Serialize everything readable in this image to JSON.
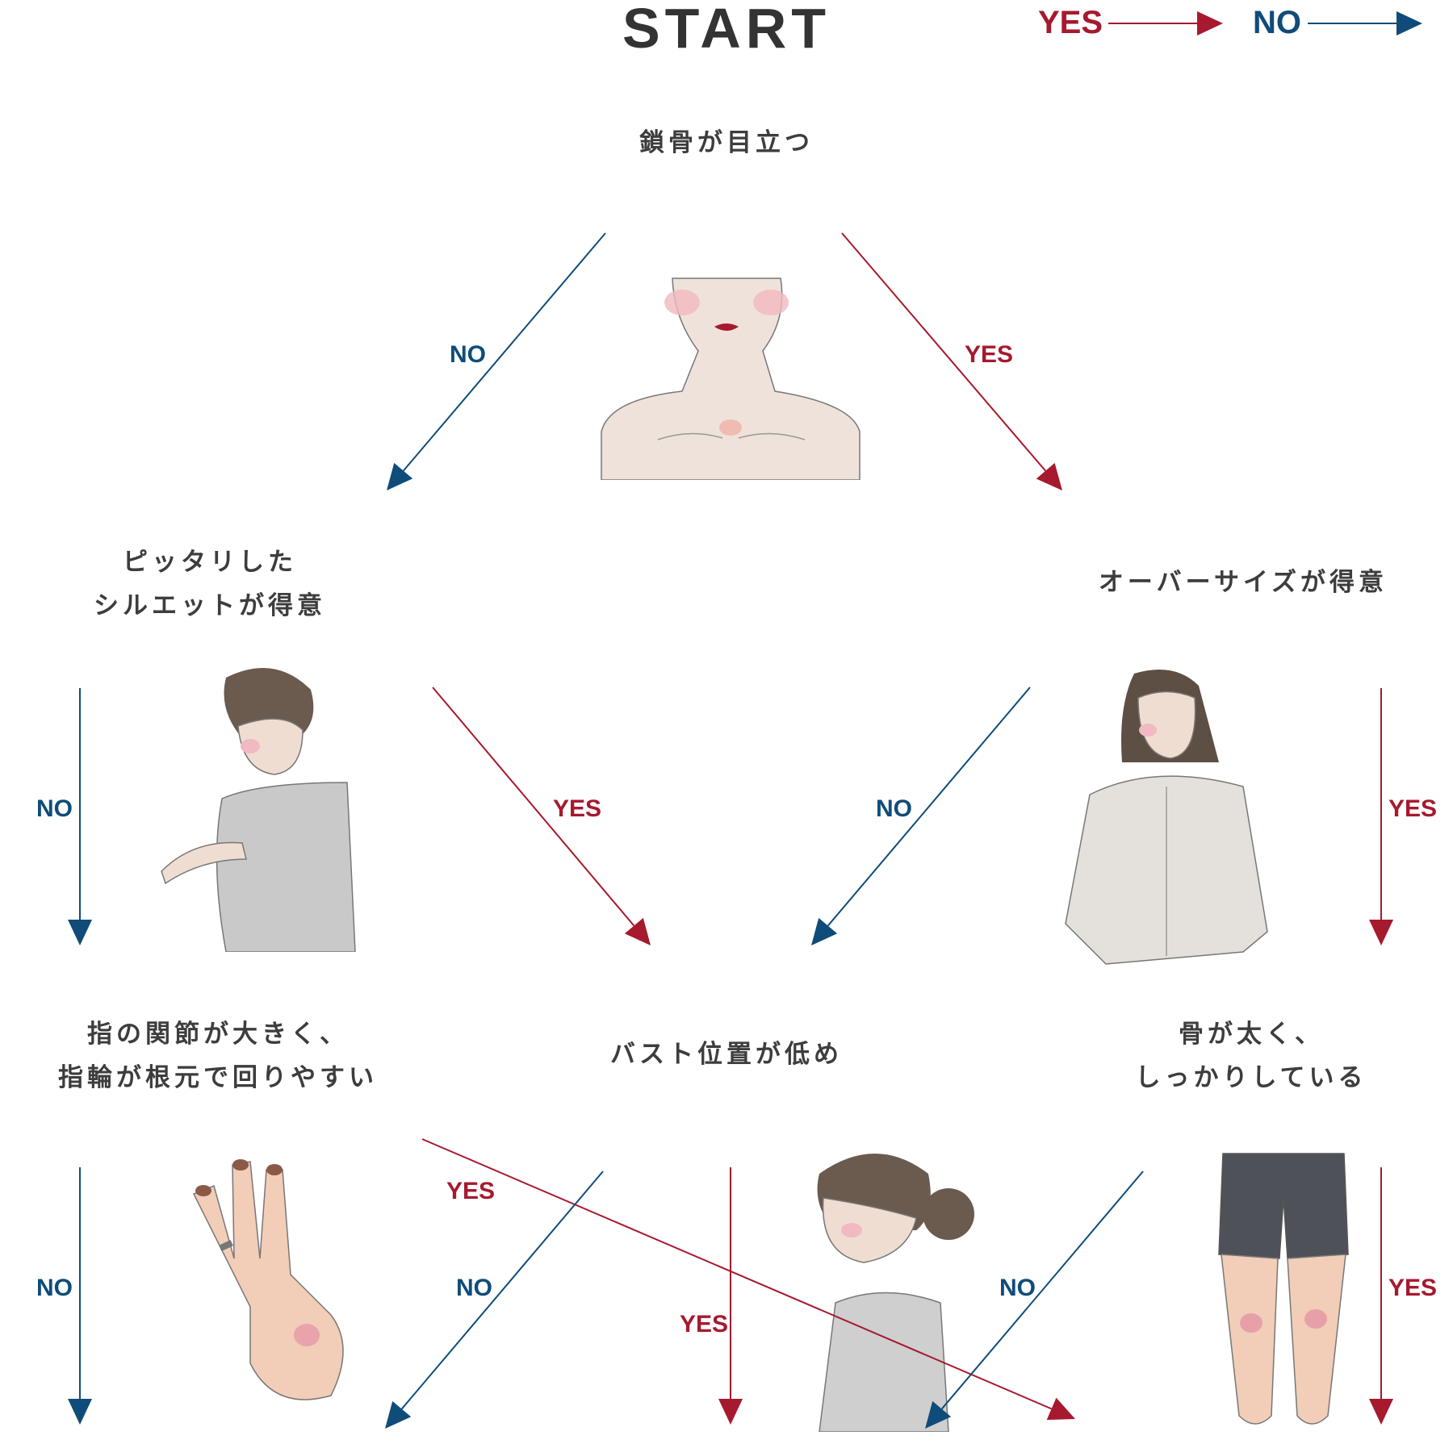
{
  "title": "START",
  "legend": {
    "yes": "YES",
    "no": "NO"
  },
  "colors": {
    "yes": "#a6192e",
    "no": "#0f4c7a",
    "text": "#3a3a3a"
  },
  "nodes": {
    "q1": {
      "lines": [
        "鎖骨が目立つ"
      ]
    },
    "q2": {
      "lines": [
        "ピッタリした",
        "シルエットが得意"
      ]
    },
    "q3": {
      "lines": [
        "オーバーサイズが得意"
      ]
    },
    "q4": {
      "lines": [
        "指の関節が大きく、",
        "指輪が根元で回りやすい"
      ]
    },
    "q5": {
      "lines": [
        "バスト位置が低め"
      ]
    },
    "q6": {
      "lines": [
        "骨が太く、",
        "しっかりしている"
      ]
    }
  },
  "illustrations": [
    "neck-illustration",
    "short-hair-person-illustration",
    "long-hair-shirt-person-illustration",
    "hand-illustration",
    "bun-hair-person-illustration",
    "legs-illustration"
  ],
  "arrow_labels": {
    "q1_no": "NO",
    "q1_yes": "YES",
    "q2_no": "NO",
    "q2_yes": "YES",
    "q3_no": "NO",
    "q3_yes": "YES",
    "q4_no": "NO",
    "q4_yes": "YES",
    "q5_no": "NO",
    "q5_yes": "YES",
    "q6_no": "NO",
    "q6_yes": "YES"
  }
}
